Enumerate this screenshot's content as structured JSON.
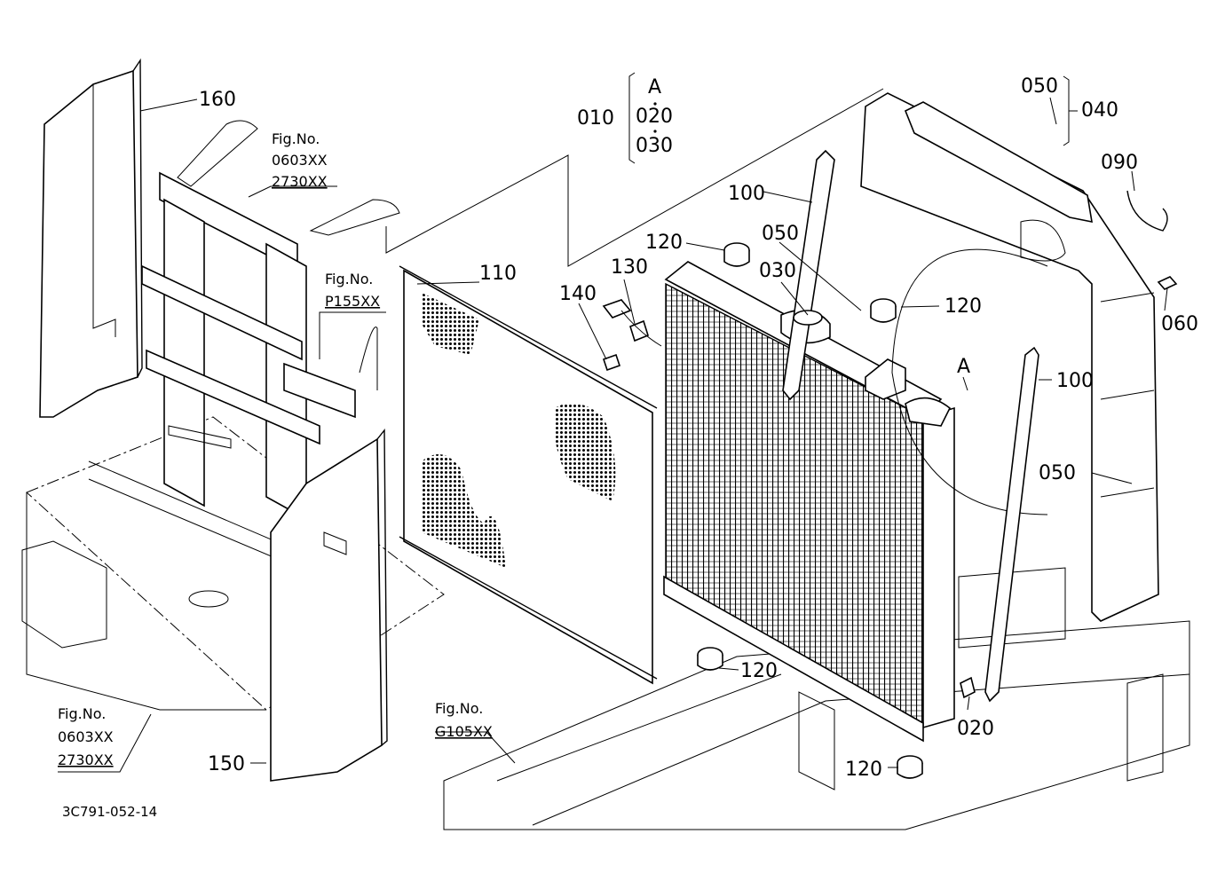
{
  "diagram": {
    "doc_code": "3C791-052-14",
    "figure_refs": [
      {
        "id": "fig-ref-top",
        "line1": "Fig.No.",
        "line2": "0603XX",
        "line3": "2730XX"
      },
      {
        "id": "fig-ref-mid",
        "line1": "Fig.No.",
        "line2": "P155XX",
        "line3": ""
      },
      {
        "id": "fig-ref-bottom-left",
        "line1": "Fig.No.",
        "line2": "0603XX",
        "line3": "2730XX"
      },
      {
        "id": "fig-ref-bottom",
        "line1": "Fig.No.",
        "line2": "G105XX",
        "line3": ""
      }
    ],
    "assembly": {
      "label": "010",
      "marker": "A",
      "items": [
        "020",
        "030"
      ]
    },
    "group_040": {
      "label": "040",
      "item": "050"
    },
    "callouts": [
      "160",
      "110",
      "130",
      "140",
      "120",
      "050",
      "030",
      "100",
      "120",
      "A",
      "100",
      "090",
      "060",
      "050",
      "120",
      "020",
      "120",
      "150"
    ]
  }
}
